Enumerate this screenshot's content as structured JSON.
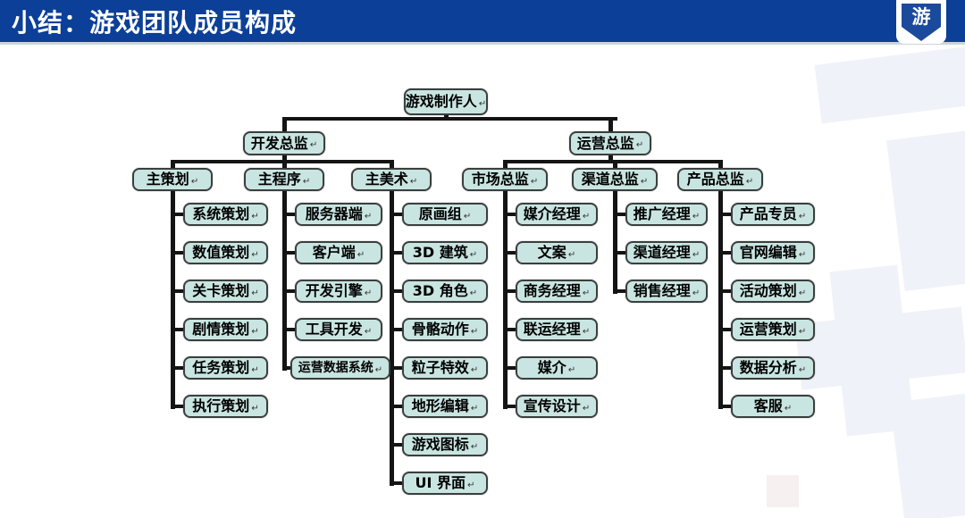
{
  "header": {
    "title": "小结：游戏团队成员构成",
    "logo_glyph": "游"
  },
  "colors": {
    "title_bar": "#0c3f97",
    "brand_blue": "#1b4a9c",
    "box_fill": "#c9e5e1",
    "box_border": "#3a3f3e",
    "connector": "#141414",
    "title_text": "#ffffff"
  },
  "diagram": {
    "return_mark": "↵",
    "nodes": {
      "game-producer": "游戏制作人",
      "dev-director": "开发总监",
      "ops-director": "运营总监",
      "lead-designer": "主策划",
      "lead-programmer": "主程序",
      "lead-artist": "主美术",
      "marketing-director": "市场总监",
      "channel-director": "渠道总监",
      "product-director": "产品总监",
      "system-design": "系统策划",
      "numeric-design": "数值策划",
      "level-design": "关卡策划",
      "story-design": "剧情策划",
      "quest-design": "任务策划",
      "execution-design": "执行策划",
      "server-side": "服务器端",
      "client-side": "客户端",
      "dev-engine": "开发引擎",
      "tool-dev": "工具开发",
      "ops-data-system": "运营数据系统",
      "concept-art": "原画组",
      "3d-building": "3D 建筑",
      "3d-character": "3D 角色",
      "skeletal-animation": "骨骼动作",
      "particle-fx": "粒子特效",
      "terrain-editing": "地形编辑",
      "game-icons": "游戏图标",
      "ui-interface": "UI 界面",
      "media-manager": "媒介经理",
      "copywriting": "文案",
      "bd-manager": "商务经理",
      "joint-ops-manager": "联运经理",
      "media": "媒介",
      "promo-design": "宣传设计",
      "promotion-manager": "推广经理",
      "channel-manager": "渠道经理",
      "sales-manager": "销售经理",
      "product-specialist": "产品专员",
      "website-editor": "官网编辑",
      "event-planning": "活动策划",
      "ops-planning": "运营策划",
      "data-analysis": "数据分析",
      "customer-service": "客服"
    },
    "tree": {
      "root": "game-producer",
      "children": [
        {
          "id": "dev-director",
          "children": [
            {
              "id": "lead-designer",
              "children": [
                "system-design",
                "numeric-design",
                "level-design",
                "story-design",
                "quest-design",
                "execution-design"
              ]
            },
            {
              "id": "lead-programmer",
              "children": [
                "server-side",
                "client-side",
                "dev-engine",
                "tool-dev",
                "ops-data-system"
              ]
            },
            {
              "id": "lead-artist",
              "children": [
                "concept-art",
                "3d-building",
                "3d-character",
                "skeletal-animation",
                "particle-fx",
                "terrain-editing",
                "game-icons",
                "ui-interface"
              ]
            }
          ]
        },
        {
          "id": "ops-director",
          "children": [
            {
              "id": "marketing-director",
              "children": [
                "media-manager",
                "copywriting",
                "bd-manager",
                "joint-ops-manager",
                "media",
                "promo-design"
              ]
            },
            {
              "id": "channel-director",
              "children": [
                "promotion-manager",
                "channel-manager",
                "sales-manager"
              ]
            },
            {
              "id": "product-director",
              "children": [
                "product-specialist",
                "website-editor",
                "event-planning",
                "ops-planning",
                "data-analysis",
                "customer-service"
              ]
            }
          ]
        }
      ]
    }
  }
}
